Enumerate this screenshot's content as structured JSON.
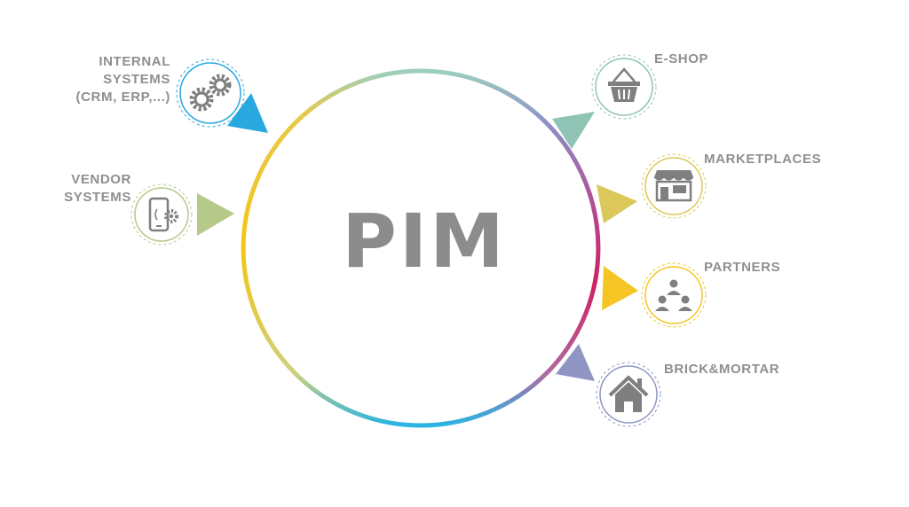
{
  "center": {
    "label": "PIM"
  },
  "inputs": [
    {
      "id": "internal-systems",
      "lines": [
        "INTERNAL",
        "SYSTEMS",
        "(CRM, ERP,...)"
      ],
      "icon": "gears-icon",
      "arrow_color": "#29a8df"
    },
    {
      "id": "vendor-systems",
      "lines": [
        "VENDOR",
        "SYSTEMS"
      ],
      "icon": "mobile-settings-icon",
      "arrow_color": "#b5c989"
    }
  ],
  "outputs": [
    {
      "id": "e-shop",
      "label": "E-SHOP",
      "icon": "shopping-basket-icon",
      "arrow_color": "#8fc4b5"
    },
    {
      "id": "marketplaces",
      "label": "MARKETPLACES",
      "icon": "storefront-icon",
      "arrow_color": "#dcc85a"
    },
    {
      "id": "partners",
      "label": "PARTNERS",
      "icon": "people-network-icon",
      "arrow_color": "#f5c523"
    },
    {
      "id": "brick-mortar",
      "label": "BRICK&MORTAR",
      "icon": "house-icon",
      "arrow_color": "#8f96c4"
    }
  ],
  "colors": {
    "text": "#8f8f8f",
    "icon": "#7f7f7f",
    "pim_text": "#8c8c8c",
    "ring_yellow": "#f3c613",
    "ring_blue": "#2ab4e4",
    "ring_magenta": "#d11f63"
  }
}
